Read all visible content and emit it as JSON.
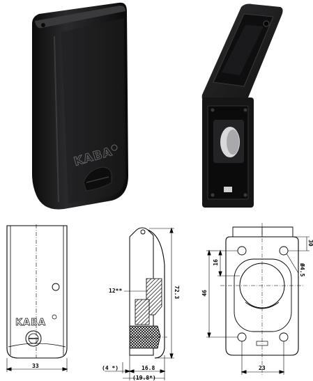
{
  "product": {
    "brand": "KABA"
  },
  "front_view": {
    "brand": "KABA",
    "width_dim": "33"
  },
  "side_view": {
    "height_dim": "72.3",
    "inner_dim": "12**",
    "offset_dim": "(4 *)",
    "depth_dim": "16.8",
    "depth_total_dim": "(19.8*)"
  },
  "rear_view": {
    "top_offset_dim": "30",
    "hole_dim": "Ø4.5",
    "spacing_small_dim": "16",
    "spacing_large_dim": "46",
    "width_dim": "23"
  }
}
